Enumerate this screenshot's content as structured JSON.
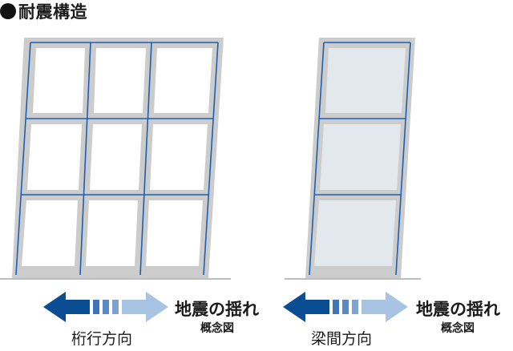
{
  "title": "耐震構造",
  "left_panel": {
    "direction_label": "桁行方向",
    "motion_label": "地震の揺れ",
    "concept_label": "概念図"
  },
  "right_panel": {
    "direction_label": "梁間方向",
    "motion_label": "地震の揺れ",
    "concept_label": "概念図"
  },
  "colors": {
    "frame_gray": "#cccccc",
    "inner_line_blue": "#1f5fb0",
    "pane_right": "#e3e8ec",
    "arrow_dark": "#0b4d92",
    "arrow_mid": "#5a88c2",
    "arrow_light": "#a9c4e2"
  }
}
